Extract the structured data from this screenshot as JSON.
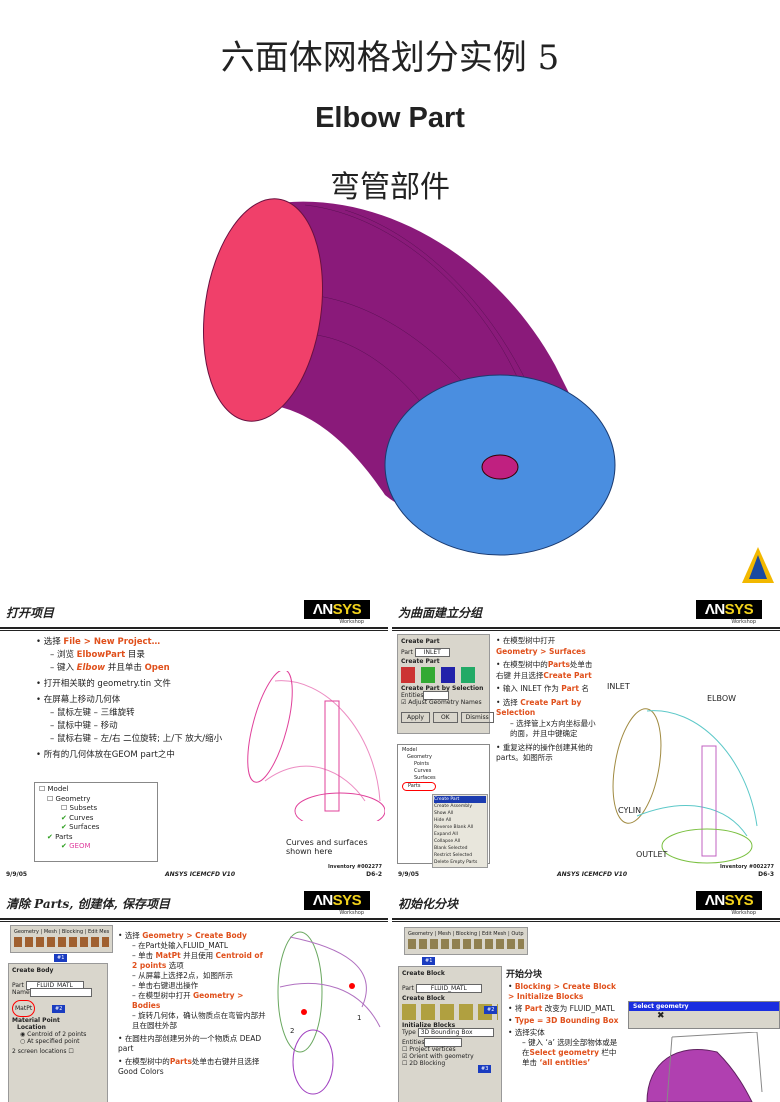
{
  "header": {
    "title": "六面体网格划分实例 5",
    "subtitle": "Elbow Part",
    "subtitle_cn": "弯管部件"
  },
  "colors": {
    "accent": "#e0501c",
    "inlet_face": "#f0406a",
    "elbow_body": "#8a1a7a",
    "outlet_face": "#4a8ee0"
  },
  "logo": {
    "text_a": "ΛN",
    "text_b": "SYS",
    "sub": "Workshop"
  },
  "slides": [
    {
      "title": "打开项目",
      "bullets": [
        {
          "pre": "选择 ",
          "hl": "File > New Project…",
          "post": ""
        },
        {
          "pre": "– 浏览 ",
          "hl": "ElbowPart",
          "post": " 目录"
        },
        {
          "pre": "– 键入 ",
          "hl": "Elbow",
          "post": " 并且单击 ",
          "hl2": "Open"
        },
        {
          "pre": "打开相关联的 geometry.tin 文件"
        },
        {
          "pre": "在屏幕上移动几何体"
        },
        {
          "pre": "– 鼠标左键 – 三维旋转"
        },
        {
          "pre": "– 鼠标中键 – 移动"
        },
        {
          "pre": "– 鼠标右键 – 左/右 二位旋转; 上/下  放大/缩小"
        },
        {
          "pre": "所有的几何体放在GEOM  part之中"
        }
      ],
      "tree": [
        "Model",
        "Geometry",
        "Subsets",
        "Curves",
        "Surfaces",
        "Parts",
        "GEOM"
      ],
      "caption": "Curves and surfaces shown here",
      "date": "9/9/05",
      "product": "ANSYS ICEMCFD V10",
      "inventory": "Inventory #002277",
      "page": "D6-2"
    },
    {
      "title": "为曲面建立分组",
      "bullets": [
        {
          "pre": "在模型树中打开 ",
          "hl": "Geometry > Surfaces"
        },
        {
          "pre": "在模型树中的",
          "hl": "Parts",
          "post": "处单击右键 并且选择",
          "hl2": "Create Part"
        },
        {
          "pre": "输入 INLET 作为 ",
          "hl": "Part",
          "post": " 名"
        },
        {
          "pre": "选择 ",
          "hl": "Create Part by Selection"
        },
        {
          "pre": "– 选择管上x方向坐标最小的面，并且中键确定"
        },
        {
          "pre": "重复这样的操作创建其他的parts。如图所示"
        }
      ],
      "panel": {
        "title": "Create Part",
        "part_label": "Part",
        "part_value": "INLET",
        "section": "Create Part",
        "by_selection": "Create Part by Selection",
        "entities": "Entities",
        "adjust": "Adjust Geometry Names",
        "apply": "Apply",
        "ok": "OK",
        "dismiss": "Dismiss"
      },
      "tree": [
        "Model",
        "Geometry",
        "Points",
        "Curves",
        "Surfaces",
        "Parts"
      ],
      "context_menu": [
        "Create Part",
        "Create Assembly",
        "Show All",
        "Hide All",
        "Reverse Blank All",
        "Expand All",
        "Collapse All",
        "Blank Selected",
        "Restrict Selected",
        "Delete Empty Parts"
      ],
      "labels": [
        "INLET",
        "ELBOW",
        "CYLIN",
        "OUTLET"
      ],
      "date": "9/9/05",
      "product": "ANSYS ICEMCFD V10",
      "inventory": "Inventory #002277",
      "page": "D6-3"
    },
    {
      "title": "清除 Parts, 创建体, 保存项目",
      "tabs": [
        "Geometry",
        "Mesh",
        "Blocking",
        "Edit Mes"
      ],
      "bullets": [
        {
          "pre": "选择 ",
          "hl": "Geometry > Create Body"
        },
        {
          "pre": "– 在Part处输入FLUID_MATL"
        },
        {
          "pre": "– 单击 ",
          "hl": "MatPt",
          "post": " 并且使用 ",
          "hl2": "Centroid of 2 points",
          "post2": " 选项"
        },
        {
          "pre": "– 从屏幕上选择2点，如图所示"
        },
        {
          "pre": "– 单击右键退出操作"
        },
        {
          "pre": "– 在模型树中打开 ",
          "hl": "Geometry > Bodies"
        },
        {
          "pre": "– 旋转几何体，确认物质点在弯管内部并且在圆柱外部"
        },
        {
          "pre": "在圆柱内部创建另外的一个物质点 DEAD part"
        },
        {
          "pre": "在模型树中的",
          "hl": "Parts",
          "post": "处单击右键并且选择 Good Colors"
        }
      ],
      "panel": {
        "title": "Create Body",
        "part_label": "Part",
        "part_value": "FLUID_MATL",
        "name_label": "Name",
        "matpt": "MatPt",
        "section": "Material Point",
        "location": "Location",
        "opt1": "Centroid of 2 points",
        "opt2": "At specified point",
        "screen": "2 screen locations"
      },
      "badges": [
        "#1",
        "#2"
      ],
      "points": [
        "1",
        "2"
      ]
    },
    {
      "title": "初始化分块",
      "tabs": [
        "Geometry",
        "Mesh",
        "Blocking",
        "Edit Mesh",
        "Outp"
      ],
      "heading": "开始分块",
      "bullets": [
        {
          "pre": "",
          "hl": "Blocking > Create Block > Initialize  Blocks"
        },
        {
          "pre": "将 ",
          "hl": "Part",
          "post": " 改变为 FLUID_MATL"
        },
        {
          "pre": "",
          "hl": "Type = 3D Bounding Box"
        },
        {
          "pre": "选择实体"
        },
        {
          "pre": "– 键入 ‘a’ 选则全部物体或是在",
          "hl": "Select geometry",
          "post": " 栏中单击 ",
          "hl2": "‘all entities’"
        }
      ],
      "panel": {
        "title": "Create Block",
        "part_label": "Part",
        "part_value": "FLUID_MATL",
        "section": "Create Block",
        "init": "Initialize Blocks",
        "type_label": "Type",
        "type_value": "3D Bounding Box",
        "entities": "Entities",
        "opt1": "Project vertices",
        "opt2": "Orient with geometry",
        "opt3": "2D Blocking"
      },
      "select_geometry": "Select geometry",
      "badges": [
        "#1",
        "#2",
        "#3"
      ]
    }
  ]
}
